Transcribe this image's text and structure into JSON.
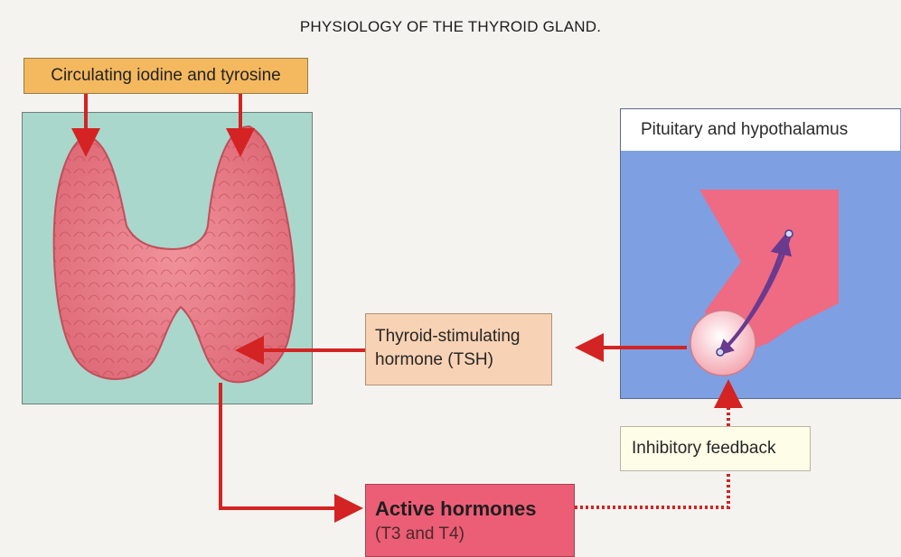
{
  "title": "PHYSIOLOGY OF THE THYROID GLAND.",
  "input_label": "Circulating iodine and tyrosine",
  "pituitary_label": "Pituitary and hypothalamus",
  "tsh_label": [
    "Thyroid-stimulating",
    "hormone (TSH)"
  ],
  "active_title": "Active hormones",
  "active_sub": "(T3 and T4)",
  "feedback_label": "Inhibitory feedback",
  "colors": {
    "arrow": "#d42323",
    "thyroid": "#ec7f8a",
    "panel_teal": "#a9d7cc",
    "panel_blue": "#7f9fe3",
    "input_orange": "#f4b85f",
    "active_pink": "#ec5d76"
  }
}
